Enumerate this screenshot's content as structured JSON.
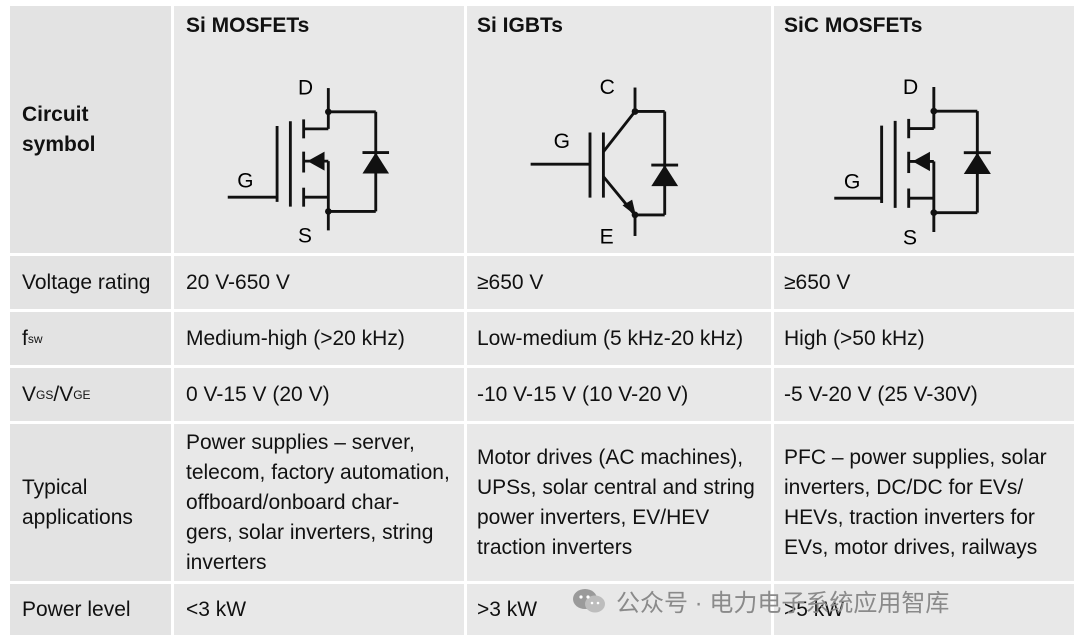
{
  "headers": {
    "col1": "Si MOSFETs",
    "col2": "Si IGBTs",
    "col3": "SiC MOSFETs"
  },
  "symbols": {
    "mosfet_d": "D",
    "mosfet_g": "G",
    "mosfet_s": "S",
    "igbt_c": "C",
    "igbt_g": "G",
    "igbt_e": "E"
  },
  "rows": [
    {
      "label": "Circuit symbol"
    },
    {
      "label": "Voltage rating",
      "si_mosfet": "20 V-650 V",
      "si_igbt": "≥650 V",
      "sic_mosfet": "≥650 V"
    },
    {
      "label_main": "f",
      "label_sub": "sw",
      "si_mosfet": "Medium-high (>20 kHz)",
      "si_igbt": "Low-medium (5 kHz-20 kHz)",
      "sic_mosfet": "High (>50 kHz)"
    },
    {
      "label_a": "V",
      "label_a_sub": "GS",
      "label_b": "/V",
      "label_b_sub": "GE",
      "si_mosfet": "0 V-15 V (20 V)",
      "si_igbt": "-10 V-15 V (10 V-20 V)",
      "sic_mosfet": "-5 V-20 V (25 V-30V)"
    },
    {
      "label": "Typical applications",
      "si_mosfet": [
        "Power supplies – server,",
        "telecom, factory automation,",
        "offboard/onboard char-",
        "gers, solar inverters, string",
        "inverters"
      ],
      "si_igbt": [
        "Motor drives (AC machines),",
        "UPSs, solar central and string",
        "power inverters, EV/HEV",
        "traction inverters"
      ],
      "sic_mosfet": [
        "PFC – power supplies, solar",
        "inverters, DC/DC for EVs/",
        "HEVs, traction inverters for",
        "EVs, motor drives, railways"
      ]
    },
    {
      "label": "Power level",
      "si_mosfet": "<3 kW",
      "si_igbt": ">3 kW",
      "sic_mosfet": ">5 kW"
    }
  ],
  "watermark": "公众号 · 电力电子系统应用智库",
  "colors": {
    "cell_bg": "#e8e8e8",
    "label_bg": "#e3e3e3",
    "line": "#111111"
  }
}
